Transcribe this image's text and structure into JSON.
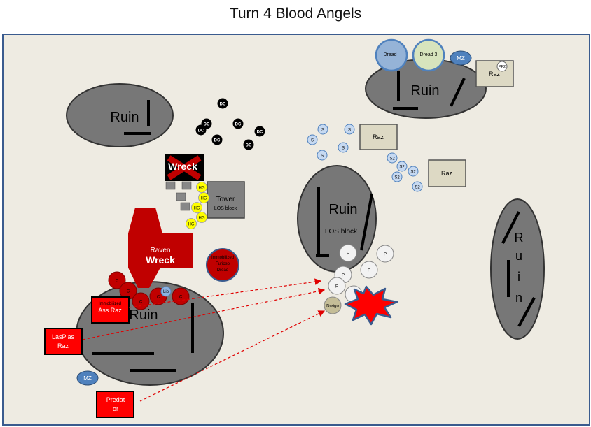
{
  "title": "Turn 4 Blood Angels",
  "colors": {
    "board": "#eeebe2",
    "border": "#3a5b8e",
    "ruin": "#777777",
    "blood_red": "#c00000",
    "dc_black": "#000000",
    "hg_yellow": "#ffff00",
    "scout_blue": "#c6d9f1",
    "raz_tan": "#ddd9c4",
    "p_white": "#f2f2f2",
    "mz_blue": "#4f81bd"
  },
  "ruins": {
    "label": "Ruin",
    "los_label": "LOS block"
  },
  "wreck_label": "Wreck",
  "raven": {
    "line1": "Raven",
    "line2": "Wreck"
  },
  "tower": {
    "line1": "Tower",
    "line2": "LOS block"
  },
  "furioso": {
    "line1": "Immobilized",
    "line2": "Furioso",
    "line3": "Dread"
  },
  "units": {
    "dc": "DC",
    "hg": "HG",
    "s": "S",
    "s2": "S2",
    "raz": "Raz",
    "p": "P",
    "mz": "MZ",
    "dread": "Dread",
    "dread3": "Dread 3",
    "pf2": "PF2",
    "draigo": "Draigo",
    "lib": "Lib",
    "c": "C"
  },
  "ass_raz": {
    "line1": "Immobilized",
    "line2": "Ass Raz"
  },
  "lasplas": {
    "line1": "LasPlas",
    "line2": "Raz"
  },
  "predator": {
    "line1": "Predat",
    "line2": "or"
  }
}
